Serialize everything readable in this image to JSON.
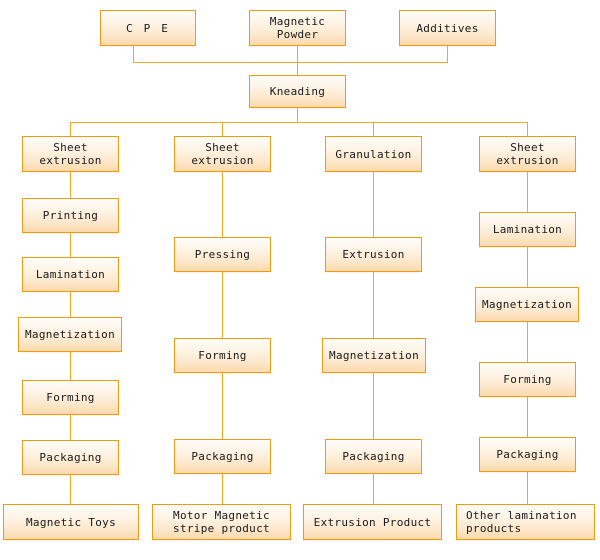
{
  "diagram": {
    "title": "Magnetic product manufacturing process flowchart",
    "colors": {
      "box_border": "#eb9b14",
      "box_fill_top": "#fffdf9",
      "box_fill_bottom": "#fbd9ab",
      "connector": "#f5a623",
      "text": "#1a1a1a",
      "background": "#ffffff"
    },
    "inputs": [
      {
        "id": "cpe",
        "label": "C P E"
      },
      {
        "id": "magnetic-powder",
        "label": "Magnetic\nPowder"
      },
      {
        "id": "additives",
        "label": "Additives"
      }
    ],
    "merge": {
      "id": "kneading",
      "label": "Kneading"
    },
    "columns": [
      {
        "id": "column-1",
        "steps": [
          {
            "id": "sheet-extrusion-1",
            "label": "Sheet\nextrusion"
          },
          {
            "id": "printing",
            "label": "Printing"
          },
          {
            "id": "lamination-1",
            "label": "Lamination"
          },
          {
            "id": "magnetization-1",
            "label": "Magnetization"
          },
          {
            "id": "forming-1",
            "label": "Forming"
          },
          {
            "id": "packaging-1",
            "label": "Packaging"
          }
        ],
        "product": {
          "id": "magnetic-toys",
          "label": "Magnetic Toys"
        }
      },
      {
        "id": "column-2",
        "steps": [
          {
            "id": "sheet-extrusion-2",
            "label": "Sheet\nextrusion"
          },
          {
            "id": "pressing",
            "label": "Pressing"
          },
          {
            "id": "forming-2",
            "label": "Forming"
          },
          {
            "id": "packaging-2",
            "label": "Packaging"
          }
        ],
        "product": {
          "id": "motor-magnetic-stripe-product",
          "label": "Motor Magnetic\nstripe product"
        }
      },
      {
        "id": "column-3",
        "steps": [
          {
            "id": "granulation",
            "label": "Granulation"
          },
          {
            "id": "extrusion",
            "label": "Extrusion"
          },
          {
            "id": "magnetization-2",
            "label": "Magnetization"
          },
          {
            "id": "packaging-3",
            "label": "Packaging"
          }
        ],
        "product": {
          "id": "extrusion-product",
          "label": "Extrusion Product"
        }
      },
      {
        "id": "column-4",
        "steps": [
          {
            "id": "sheet-extrusion-3",
            "label": "Sheet\nextrusion"
          },
          {
            "id": "lamination-2",
            "label": "Lamination"
          },
          {
            "id": "magnetization-3",
            "label": "Magnetization"
          },
          {
            "id": "forming-3",
            "label": "Forming"
          },
          {
            "id": "packaging-4",
            "label": "Packaging"
          }
        ],
        "product": {
          "id": "other-lamination-products",
          "label": "Other lamination\nproducts"
        }
      }
    ]
  }
}
